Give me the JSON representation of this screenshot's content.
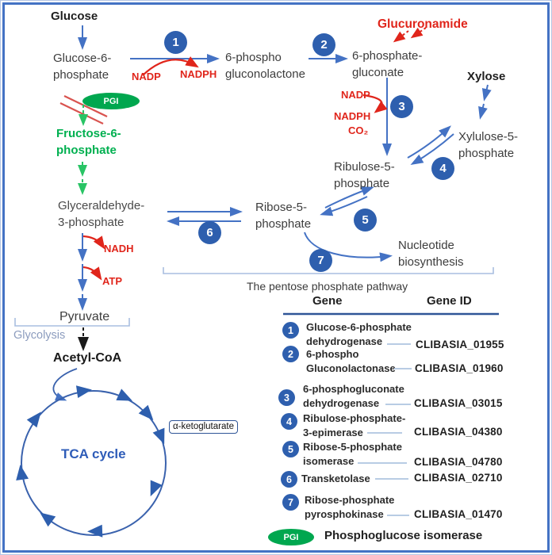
{
  "colors": {
    "frame_blue": "#4472C4",
    "arrow_blue": "#4472C4",
    "step_circle_blue": "#2E5FAE",
    "red": "#E0251B",
    "green": "#00B050",
    "dark_text": "#3D3D3D",
    "glycolysis_gray_blue": "#8C9CBE",
    "bracket_light_blue": "#A9BEE0"
  },
  "pathway": {
    "glucose": "Glucose",
    "glucose_6_phosphate": "Glucose-6-\nphosphate",
    "step1": "1",
    "nadp_1": "NADP",
    "nadph_1": "NADPH",
    "six_phospho_gluconolactone": "6-phospho\ngluconolactone",
    "step2": "2",
    "glucuronamide": "Glucuronamide",
    "six_phosphate_gluconate": "6-phosphate-\ngluconate",
    "step3": "3",
    "nadp_2": "NADP",
    "nadph_2": "NADPH",
    "co2": "CO₂",
    "xylose": "Xylose",
    "xylulose_5_phosphate": "Xylulose-5-\nphosphate",
    "step4": "4",
    "ribulose_5_phosphate": "Ribulose-5-\nphosphate",
    "step5": "5",
    "ribose_5_phosphate": "Ribose-5-\nphosphate",
    "step6": "6",
    "step7": "7",
    "nucleotide_biosynthesis": "Nucleotide\nbiosynthesis",
    "ppp_caption": "The pentose phosphate pathway",
    "pgi_badge": "PGI",
    "fructose_6_phosphate": "Fructose-6-\nphosphate",
    "glyceraldehyde_3_phosphate": "Glyceraldehyde-\n3-phosphate",
    "nadh": "NADH",
    "atp": "ATP",
    "pyruvate": "Pyruvate",
    "glycolysis": "Glycolysis",
    "acetyl_coa": "Acetyl-CoA",
    "tca_cycle": "TCA cycle",
    "alpha_ketoglutarate": "α-ketoglutarate"
  },
  "gene_table": {
    "headers": {
      "gene": "Gene",
      "gene_id": "Gene ID"
    },
    "rows": [
      {
        "num": "1",
        "gene": "Glucose-6-phosphate\ndehydrogenase",
        "gene_id": "CLIBASIA_01955"
      },
      {
        "num": "2",
        "gene": "6-phospho\nGluconolactonase",
        "gene_id": "CLIBASIA_01960"
      },
      {
        "num": "3",
        "gene": "6-phosphogluconate\ndehydrogenase",
        "gene_id": "CLIBASIA_03015"
      },
      {
        "num": "4",
        "gene": "Ribulose-phosphate-\n3-epimerase",
        "gene_id": "CLIBASIA_04380"
      },
      {
        "num": "5",
        "gene": "Ribose-5-phosphate\nisomerase",
        "gene_id": "CLIBASIA_04780"
      },
      {
        "num": "6",
        "gene": "Transketolase",
        "gene_id": "CLIBASIA_02710"
      },
      {
        "num": "7",
        "gene": "Ribose-phosphate\npyrosphokinase",
        "gene_id": "CLIBASIA_01470"
      }
    ],
    "legend": {
      "badge": "PGI",
      "label": "Phosphoglucose isomerase"
    }
  }
}
